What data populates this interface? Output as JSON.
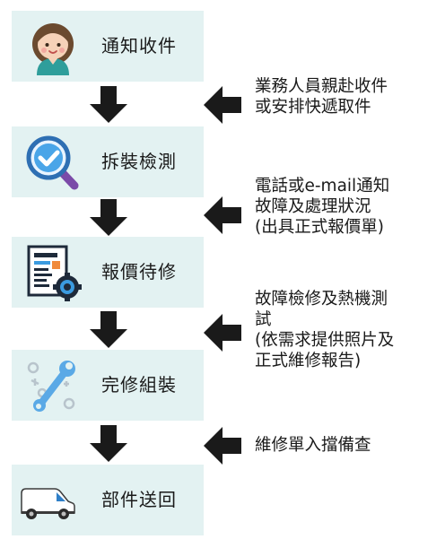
{
  "steps": [
    {
      "label": "通知收件",
      "icon": "person-avatar-icon"
    },
    {
      "label": "拆裝檢測",
      "icon": "magnifier-check-icon"
    },
    {
      "label": "報價待修",
      "icon": "document-gear-icon"
    },
    {
      "label": "完修組裝",
      "icon": "tools-icon"
    },
    {
      "label": "部件送回",
      "icon": "van-icon"
    }
  ],
  "notes": [
    {
      "lines": [
        "業務人員親赴收件",
        "或安排快遞取件"
      ]
    },
    {
      "lines": [
        "電話或e-mail通知",
        "故障及處理狀況",
        "(出具正式報價單)"
      ]
    },
    {
      "lines": [
        "故障檢修及熱機測",
        "試",
        "(依需求提供照片及",
        "正式維修報告)"
      ]
    },
    {
      "lines": [
        "維修單入擋備查"
      ]
    }
  ],
  "colors": {
    "box_bg": "#e3f2f2",
    "arrow": "#1a1a1a",
    "text": "#1a1a1a"
  }
}
